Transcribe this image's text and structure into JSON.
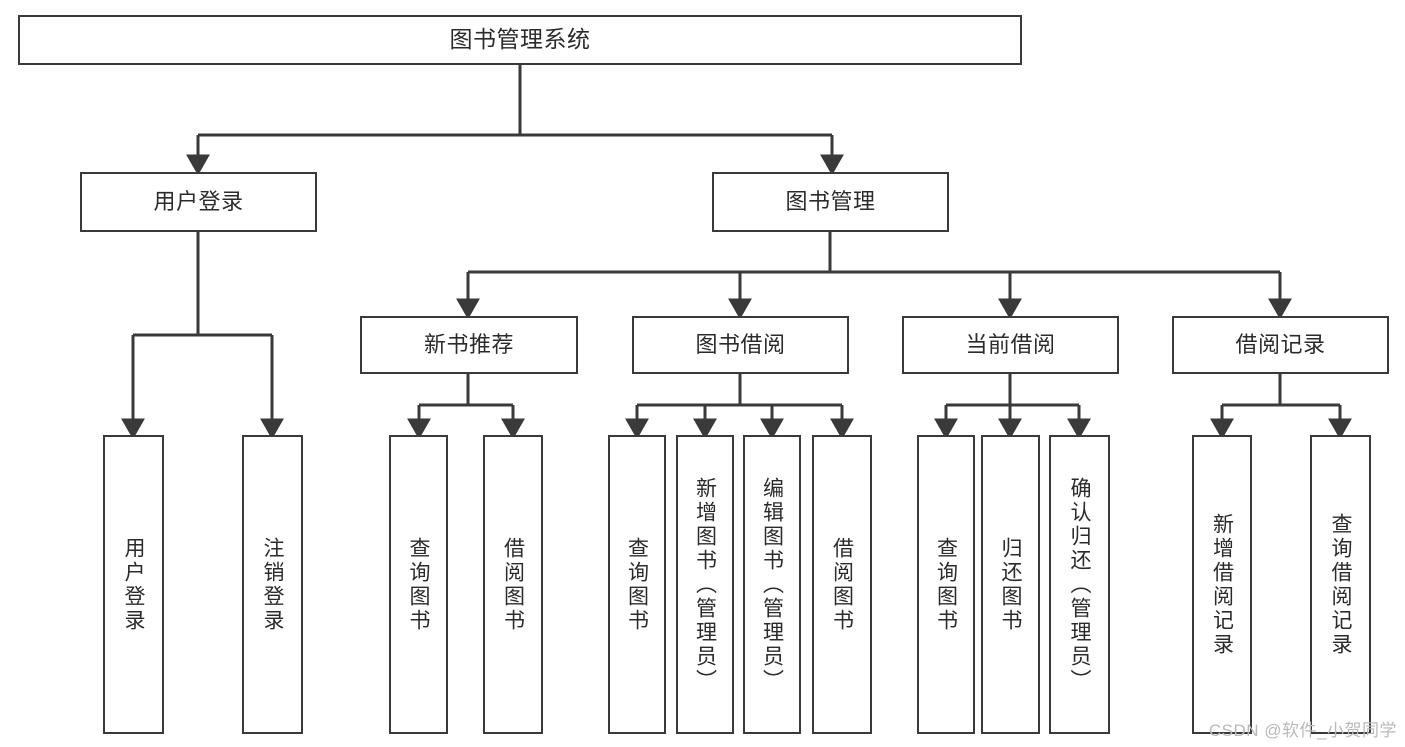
{
  "diagram": {
    "title": "图书管理系统",
    "type": "tree-hierarchy-chart",
    "colors": {
      "border": "#3a3a3a",
      "text": "#2b2b2b",
      "background": "#ffffff",
      "watermark": "#b9b9b9"
    },
    "levels": {
      "root": {
        "label": "图书管理系统"
      },
      "level2": [
        {
          "label": "用户登录"
        },
        {
          "label": "图书管理"
        }
      ],
      "level3": [
        {
          "label": "新书推荐"
        },
        {
          "label": "图书借阅"
        },
        {
          "label": "当前借阅"
        },
        {
          "label": "借阅记录"
        }
      ],
      "leaves_user_login": [
        {
          "label": "用户登录"
        },
        {
          "label": "注销登录"
        }
      ],
      "leaves_new_books": [
        {
          "label": "查询图书"
        },
        {
          "label": "借阅图书"
        }
      ],
      "leaves_borrow": [
        {
          "label": "查询图书"
        },
        {
          "label": "新增图书（管理员）"
        },
        {
          "label": "编辑图书（管理员）"
        },
        {
          "label": "借阅图书"
        }
      ],
      "leaves_current": [
        {
          "label": "查询图书"
        },
        {
          "label": "归还图书"
        },
        {
          "label": "确认归还（管理员）"
        }
      ],
      "leaves_records": [
        {
          "label": "新增借阅记录"
        },
        {
          "label": "查询借阅记录"
        }
      ]
    },
    "watermark": "CSDN @软件_小贺同学"
  }
}
